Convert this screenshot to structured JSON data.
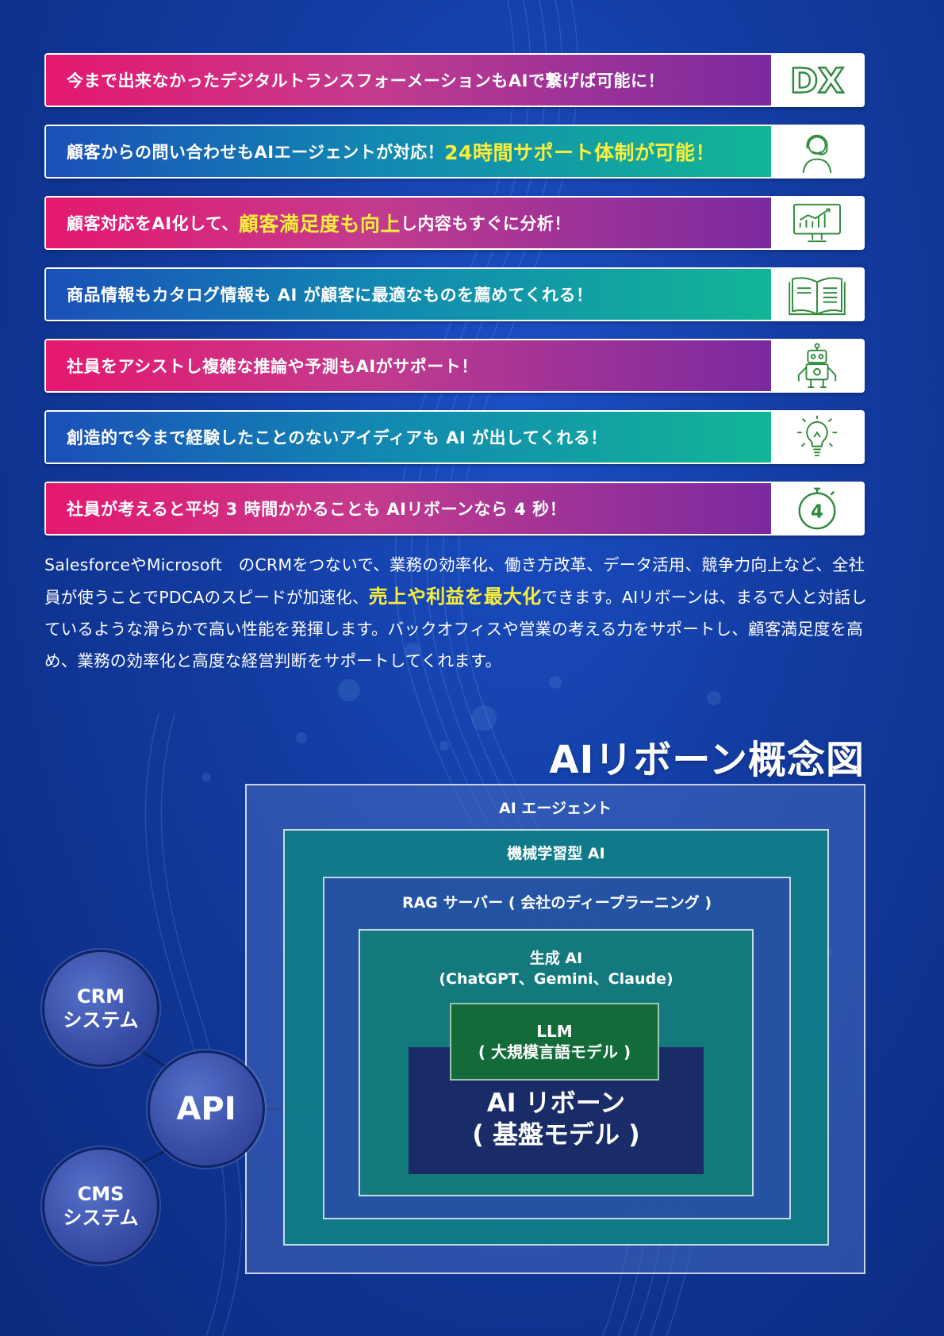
{
  "banners": [
    {
      "style": "pink",
      "parts": [
        {
          "text": "今まで出来なかったデジタルトランスフォーメーションもAIで繋げば可能に！"
        }
      ],
      "icon": "dx-icon"
    },
    {
      "style": "teal",
      "parts": [
        {
          "text": "顧客からの問い合わせもAIエージェントが対応！"
        },
        {
          "text": "24時間サポート体制が可能！",
          "highlight": true
        }
      ],
      "icon": "support-agent-icon"
    },
    {
      "style": "pink",
      "parts": [
        {
          "text": "顧客対応をAI化して、"
        },
        {
          "text": "顧客満足度も向上",
          "highlight": true
        },
        {
          "text": "し内容もすぐに分析！"
        }
      ],
      "icon": "analytics-monitor-icon"
    },
    {
      "style": "teal",
      "parts": [
        {
          "text": "商品情報もカタログ情報も AI が顧客に最適なものを薦めてくれる！"
        }
      ],
      "icon": "open-book-icon"
    },
    {
      "style": "pink",
      "parts": [
        {
          "text": "社員をアシストし複雑な推論や予測もAIがサポート！"
        }
      ],
      "icon": "robot-icon"
    },
    {
      "style": "teal",
      "parts": [
        {
          "text": "創造的で今まで経験したことのないアイディアも AI が出してくれる！"
        }
      ],
      "icon": "lightbulb-icon"
    },
    {
      "style": "pink",
      "parts": [
        {
          "text": "社員が考えると平均 3 時間かかることも AIリボーンなら 4 秒！"
        }
      ],
      "icon": "stopwatch-icon"
    }
  ],
  "icon_text": {
    "dx": "DX",
    "stopwatch": "4"
  },
  "description": {
    "part1": "SalesforceやMicrosoft　のCRMをつないで、業務の効率化、働き方改革、データ活用、競争力向上など、全社員が使うことでPDCAのスピードが加速化、",
    "highlight": "売上や利益を最大化",
    "part2": "できます。AIリボーンは、まるで人と対話しているような滑らかで高い性能を発揮します。バックオフィスや営業の考える力をサポートし、顧客満足度を高め、業務の効率化と高度な経営判断をサポートしてくれます。"
  },
  "diagram": {
    "title": "AIリボーン概念図",
    "layers": {
      "agent": "AI エージェント",
      "ml": "機械学習型 AI",
      "rag": "RAG サーバー ( 会社のディープラーニング )",
      "gen_line1": "生成 AI",
      "gen_line2": "(ChatGPT、Gemini、Claude)"
    },
    "llm_line1": "LLM",
    "llm_line2": "( 大規模言語モデル )",
    "base_line1": "AI リボーン",
    "base_line2": "( 基盤モデル )",
    "crm_line1": "CRM",
    "crm_line2": "システム",
    "api": "API",
    "cms_line1": "CMS",
    "cms_line2": "システム"
  },
  "colors": {
    "highlight": "#f8ee3b",
    "icon_green": "#2f8a3b",
    "base": "#1a2c68",
    "llm": "#146b3a"
  }
}
